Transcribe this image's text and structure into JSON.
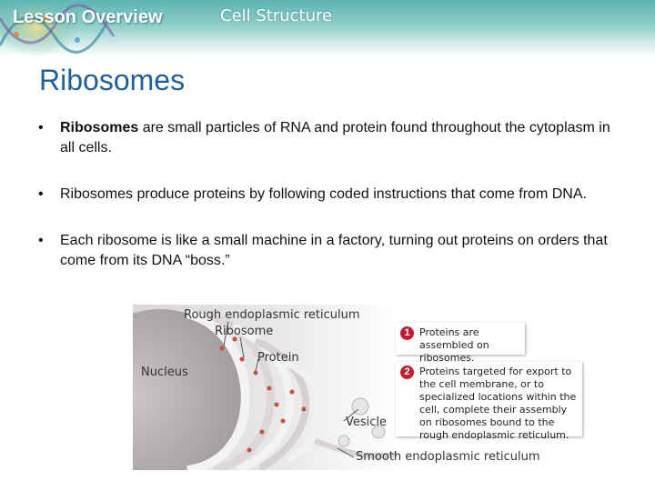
{
  "header": {
    "lesson_label": "Lesson Overview",
    "section_title": "Cell Structure"
  },
  "slide": {
    "title": "Ribosomes",
    "bullets": [
      {
        "bold": "Ribosomes",
        "text": " are small particles of RNA and protein found throughout the cytoplasm in all cells."
      },
      {
        "bold": "",
        "text": "Ribosomes produce proteins by following coded instructions that come from DNA."
      },
      {
        "bold": "",
        "text": "Each ribosome is like a small machine in a factory, turning out proteins on orders that come from its DNA “boss.”"
      }
    ],
    "bullet_glyph": "•"
  },
  "figure": {
    "labels": {
      "rough_er": "Rough endoplasmic reticulum",
      "ribosome": "Ribosome",
      "protein": "Protein",
      "nucleus": "Nucleus",
      "vesicle": "Vesicle",
      "smooth_er": "Smooth endoplasmic reticulum"
    },
    "callouts": [
      {
        "num": "1",
        "text": "Proteins are assembled on ribosomes."
      },
      {
        "num": "2",
        "text": "Proteins targeted for export to the cell membrane, or to specialized locations within the cell, complete their assembly on ribosomes bound to the rough endoplasmic reticulum."
      }
    ]
  },
  "colors": {
    "title": "#1f5f9e",
    "header": "#5fb4b4",
    "callout_badge": "#c21d2e"
  }
}
